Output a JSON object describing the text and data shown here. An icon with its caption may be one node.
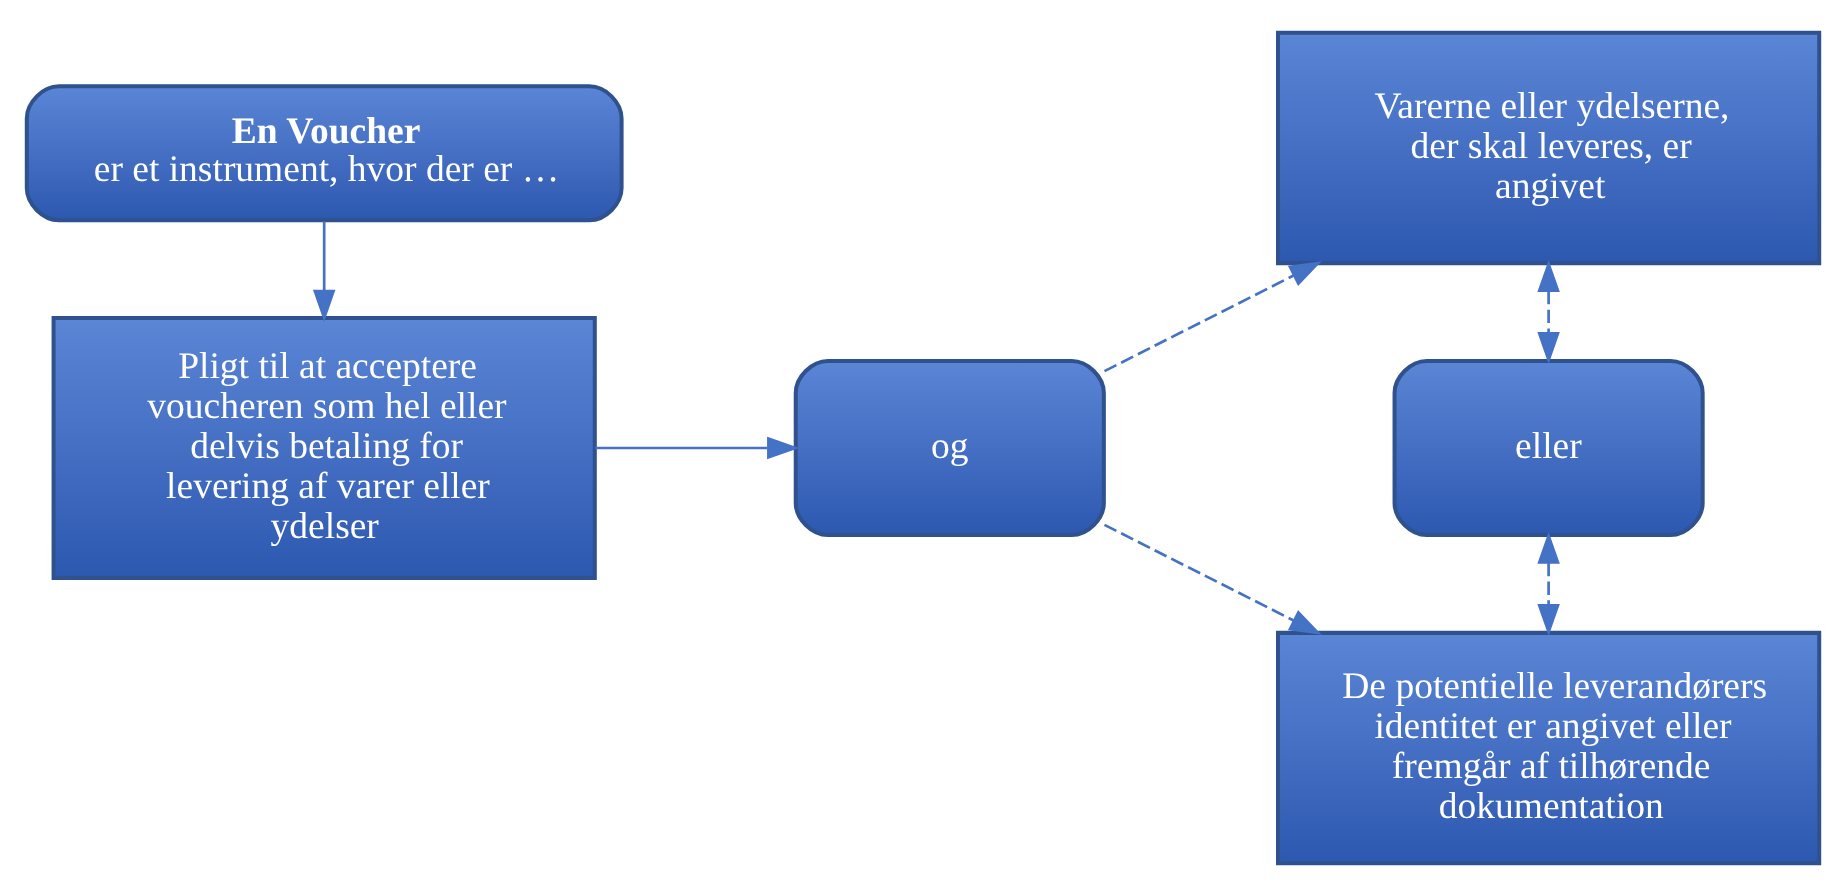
{
  "diagram": {
    "nodes": [
      {
        "text": [
          "En Voucher",
          "er et instrument, hvor der er …"
        ]
      },
      {
        "text": [
          "Pligt til at acceptere voucheren som hel eller delvis betaling for levering af varer eller ydelser"
        ]
      },
      {
        "text": [
          "og"
        ]
      },
      {
        "text": [
          "Varerne eller ydelserne, der skal leveres, er angivet"
        ]
      },
      {
        "text": [
          "eller"
        ]
      },
      {
        "text": [
          "De potentielle leverandørers identitet er angivet eller fremgår af tilhørende dokumentation"
        ]
      }
    ],
    "edges": [
      {
        "from": 0,
        "to": 1,
        "arrow": "to"
      },
      {
        "from": 1,
        "to": 2,
        "arrow": "to"
      },
      {
        "from": 2,
        "to": 3,
        "arrow": "to",
        "style": "dashed"
      },
      {
        "from": 2,
        "to": 5,
        "arrow": "to",
        "style": "dashed"
      },
      {
        "from": 3,
        "to": 4,
        "arrow": "both",
        "style": "dashed"
      },
      {
        "from": 4,
        "to": 5,
        "arrow": "both",
        "style": "dashed"
      }
    ]
  }
}
